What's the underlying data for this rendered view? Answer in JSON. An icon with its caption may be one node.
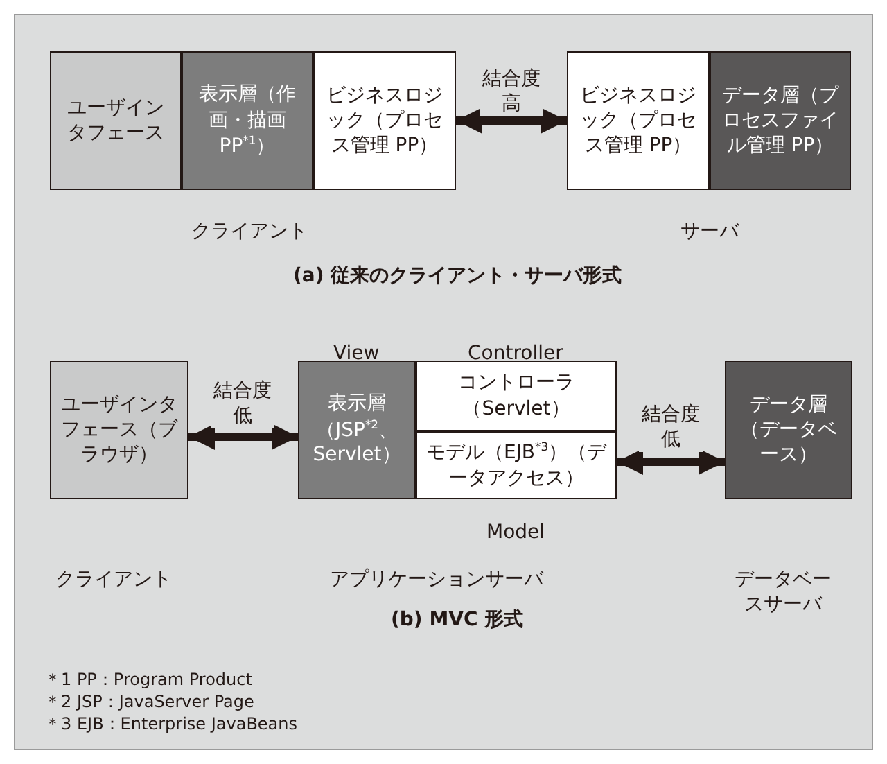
{
  "diagram": {
    "nodes": [
      {
        "text": [
          "ユーザインタフェース"
        ]
      },
      {
        "text": [
          "表示層（作画・描画 PP$^{*1}$）"
        ]
      },
      {
        "text": [
          "ビジネスロジック（プロセス管理 PP）"
        ]
      },
      {
        "text": [
          "ビジネスロジック（プロセス管理 PP）"
        ]
      },
      {
        "text": [
          "データ層（プロセスファイル管理 PP）"
        ]
      },
      {
        "text": [
          "ユーザインタフェース（ブラウザ）"
        ]
      },
      {
        "text": [
          "表示層（JSP$^{*2}$、Servlet）"
        ],
        "beside": [
          "View"
        ]
      },
      {
        "text": [
          "コントローラ（Servlet）"
        ],
        "beside": [
          "Controller"
        ]
      },
      {
        "text": [
          "モデル（EJB$^{*3}$）（データアクセス）"
        ],
        "beside": [
          "Model"
        ]
      },
      {
        "text": [
          "データ層（データベース）"
        ]
      }
    ],
    "edges": [
      {
        "from": 2,
        "to": 3,
        "arrow": "both",
        "label": "結合度高"
      },
      {
        "from": 5,
        "to": 6,
        "arrow": "both",
        "label": "結合度低"
      },
      {
        "from": 8,
        "to": 9,
        "arrow": "both",
        "label": "結合度低"
      }
    ],
    "labels": [
      "クライアント",
      "サーバ",
      "(a) 従来のクライアント・サーバ形式",
      "クライアント",
      "アプリケーションサーバ",
      "データベースサーバ",
      "(b) MVC 形式",
      "＊1 PP：Program Product",
      "＊2 JSP：JavaServer Page",
      "＊3 EJB：Enterprise JavaBeans"
    ]
  }
}
